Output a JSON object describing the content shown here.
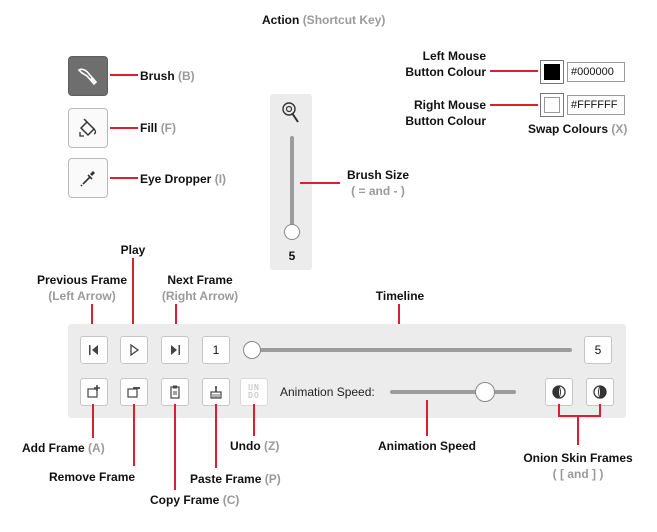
{
  "header": {
    "action": "Action",
    "shortcut": "(Shortcut Key)"
  },
  "tools": {
    "brush": {
      "label": "Brush",
      "key": "(B)"
    },
    "fill": {
      "label": "Fill",
      "key": "(F)"
    },
    "eyedropper": {
      "label": "Eye Dropper",
      "key": "(I)"
    }
  },
  "colours": {
    "left_label_1": "Left Mouse",
    "left_label_2": "Button Colour",
    "left_value": "#000000",
    "right_label_1": "Right Mouse",
    "right_label_2": "Button Colour",
    "right_value": "#FFFFFF",
    "swap_label": "Swap Colours",
    "swap_key": "(X)"
  },
  "brush_size": {
    "label": "Brush Size",
    "key": "( = and - )",
    "value": "5",
    "fraction": 0.0
  },
  "playback": {
    "prev_label": "Previous Frame",
    "prev_key": "(Left Arrow)",
    "play_label": "Play",
    "next_label": "Next Frame",
    "next_key": "(Right Arrow)",
    "timeline_label": "Timeline",
    "current_frame": "1",
    "total_frames": "5",
    "timeline_fraction": 0.0
  },
  "frames": {
    "add_label": "Add Frame",
    "add_key": "(A)",
    "remove_label": "Remove Frame",
    "copy_label": "Copy Frame",
    "copy_key": "(C)",
    "paste_label": "Paste Frame",
    "paste_key": "(P)",
    "undo_label": "Undo",
    "undo_key": "(Z)",
    "undo_glyph_top": "UN",
    "undo_glyph_bottom": "DO"
  },
  "animation": {
    "speed_text": "Animation Speed:",
    "speed_label": "Animation Speed",
    "speed_fraction": 0.75
  },
  "onion": {
    "label": "Onion Skin Frames",
    "key": "( [ and ] )"
  },
  "colors": {
    "accent": "#d8202f",
    "panel": "#ececec",
    "active_tool": "#6e6e6e",
    "muted_key": "#9a9a9a"
  }
}
